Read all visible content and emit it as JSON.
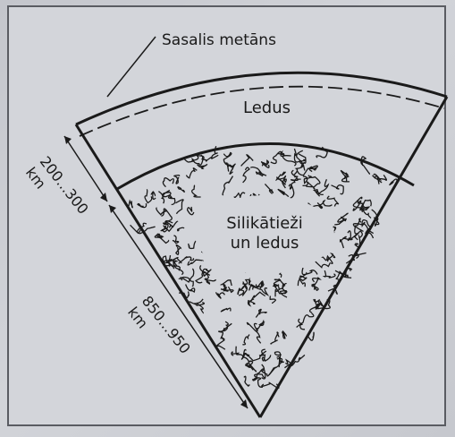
{
  "labels": {
    "frozen_methane": "Sasalis metāns",
    "ice": "Ledus",
    "silicates_line1": "Silikātieži",
    "silicates_line2": "un ledus",
    "crust_thickness_line1": "200...300",
    "crust_thickness_line2": "km",
    "core_radius_line1": "850...950",
    "core_radius_line2": "km"
  },
  "colors": {
    "background": "#d3d5da",
    "ink": "#1a1a1a"
  }
}
